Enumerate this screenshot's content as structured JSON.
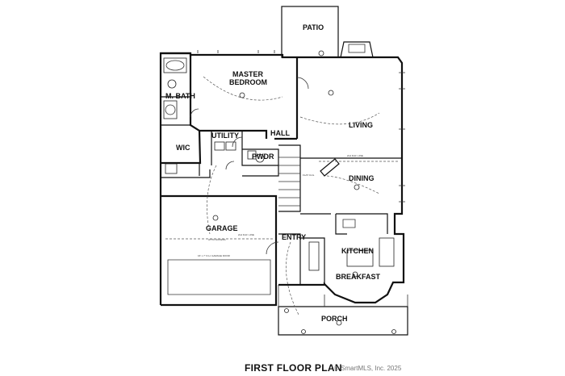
{
  "plan": {
    "title": "FIRST FLOOR PLAN",
    "credit": "© SmartMLS, Inc.  2025",
    "rooms": {
      "patio": "PATIO",
      "master_bedroom_line1": "MASTER",
      "master_bedroom_line2": "BEDROOM",
      "master_bath": "M. BATH",
      "wic": "WIC",
      "utility": "UTILITY",
      "hall": "HALL",
      "living": "LIVING",
      "pwdr": "PWDR",
      "dining": "DINING",
      "garage": "GARAGE",
      "entry": "ENTRY",
      "kitchen": "KITCHEN",
      "breakfast": "BREAKFAST",
      "porch": "PORCH"
    },
    "notes": {
      "garage_door": "16' x 7' O.H. GARAGE DOOR",
      "ceiling_line_dining": "2nd FLR. LINE",
      "ceiling_line_garage": "2nd FLR. LINE",
      "flat_clg": "FLAT CLG.",
      "attic_access": "ATTIC ACCESS"
    },
    "colors": {
      "ink": "#111111",
      "paper": "#ffffff",
      "credit": "#777777"
    }
  }
}
